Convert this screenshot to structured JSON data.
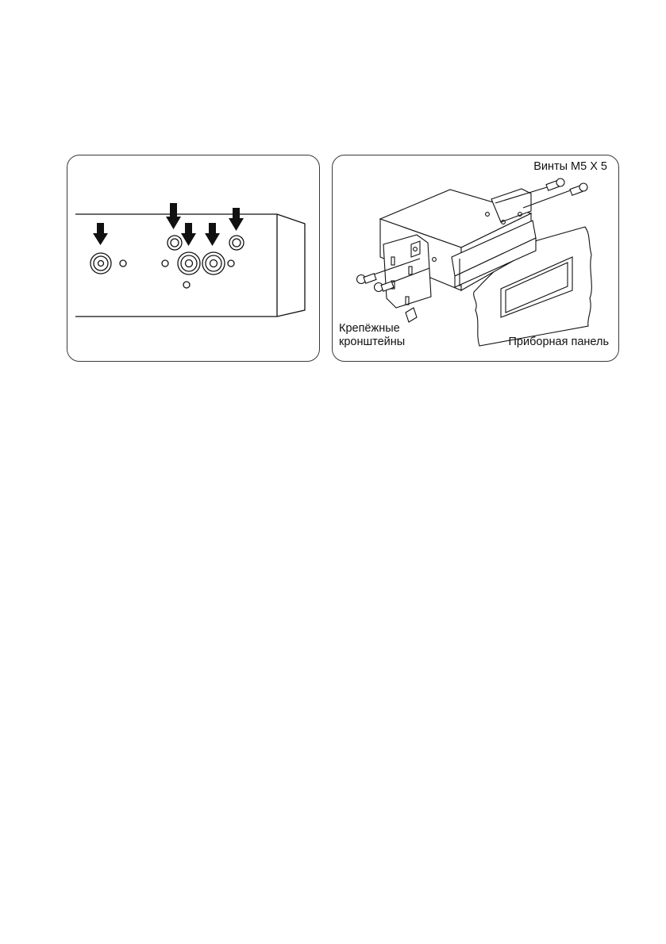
{
  "figure_left": {
    "arrow_count": 5
  },
  "figure_right": {
    "screws_label": "Винты M5 X 5",
    "brackets_label_line1": "Крепёжные",
    "brackets_label_line2": "кронштейны",
    "dashboard_label": "Приборная панель"
  },
  "colors": {
    "ink": "#111111",
    "border": "#3a3a3a",
    "background": "#ffffff"
  }
}
